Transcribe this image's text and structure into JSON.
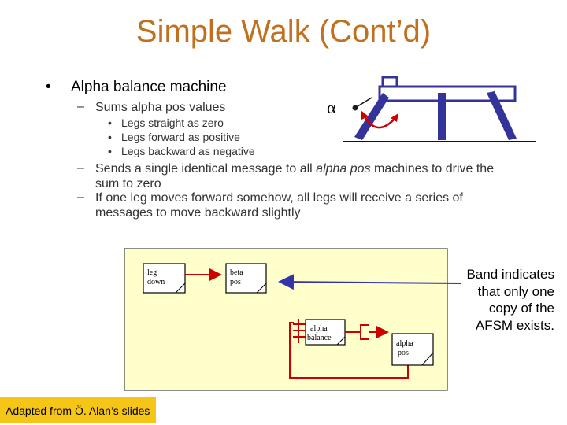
{
  "title": "Simple Walk (Cont’d)",
  "bullets": {
    "main": "Alpha balance machine",
    "sums": "Sums alpha pos values",
    "legs_straight": "Legs straight as zero",
    "legs_forward": "Legs forward as positive",
    "legs_backward": "Legs backward as negative",
    "sends_line1": "Sends a single identical message to all",
    "sends_italic": "alpha pos",
    "sends_line1_end": "machines to drive the",
    "sends_line2": "sum to zero",
    "if_line1": "If one leg moves forward somehow, all legs will receive a series of",
    "if_line2": "messages to move backward slightly"
  },
  "symbols": {
    "bullet": "•",
    "dash": "–",
    "alpha": "α"
  },
  "diagram": {
    "leg_down": [
      "leg",
      "down"
    ],
    "beta_pos": [
      "beta",
      "pos"
    ],
    "alpha_balance": [
      "alpha",
      "balance"
    ],
    "alpha_pos": [
      "alpha",
      "pos"
    ],
    "note": "Band indicates that only one copy of the AFSM exists."
  },
  "footer": "Adapted from Ö. Alan’s slides",
  "colors": {
    "title": "#c0701e",
    "robot": "#333399",
    "arrow_red": "#cc0000",
    "panel_bg": "#ffffcc",
    "footer_bg": "#f5c518",
    "link_blue": "#3333aa"
  }
}
